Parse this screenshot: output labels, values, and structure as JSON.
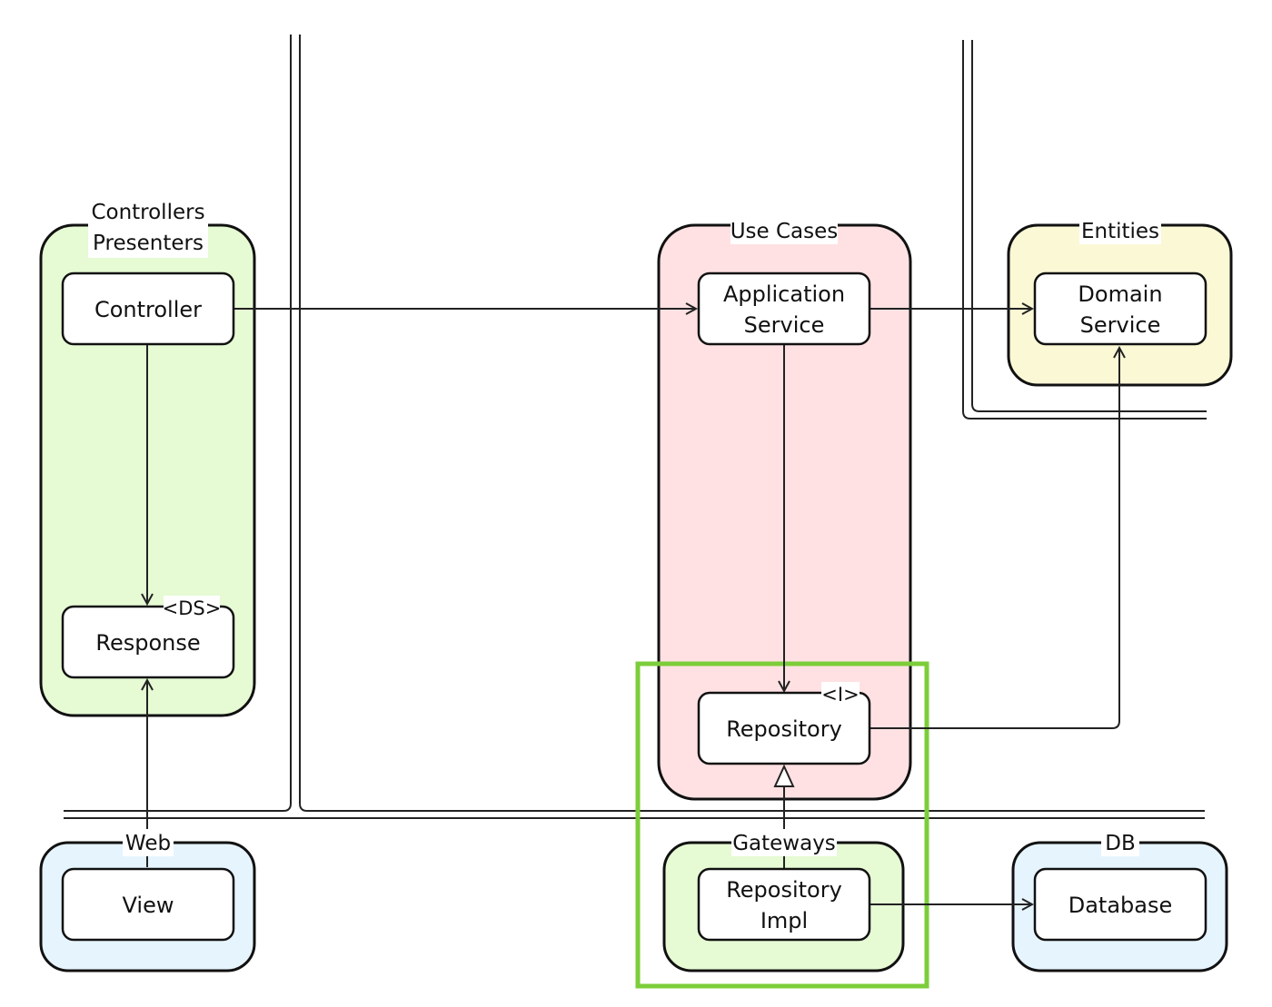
{
  "groups": {
    "controllers_presenters": {
      "title_line1": "Controllers",
      "title_line2": "Presenters",
      "fill": "#e6fad4"
    },
    "use_cases": {
      "title": "Use Cases",
      "fill": "#ffe1e3"
    },
    "entities": {
      "title": "Entities",
      "fill": "#fbf8d6"
    },
    "web": {
      "title": "Web",
      "fill": "#e6f4fe"
    },
    "gateways": {
      "title": "Gateways",
      "fill": "#e6fad4"
    },
    "db": {
      "title": "DB",
      "fill": "#e6f4fe"
    }
  },
  "nodes": {
    "controller": {
      "label": "Controller"
    },
    "response": {
      "label": "Response",
      "stereotype": "<DS>"
    },
    "application_service": {
      "line1": "Application",
      "line2": "Service"
    },
    "domain_service": {
      "line1": "Domain",
      "line2": "Service"
    },
    "repository": {
      "label": "Repository",
      "stereotype": "<I>"
    },
    "view": {
      "label": "View"
    },
    "repository_impl": {
      "line1": "Repository",
      "line2": "Impl"
    },
    "database": {
      "label": "Database"
    }
  },
  "colors": {
    "stroke": "#111111",
    "highlight": "#7ccd3a",
    "node_fill": "#ffffff"
  }
}
